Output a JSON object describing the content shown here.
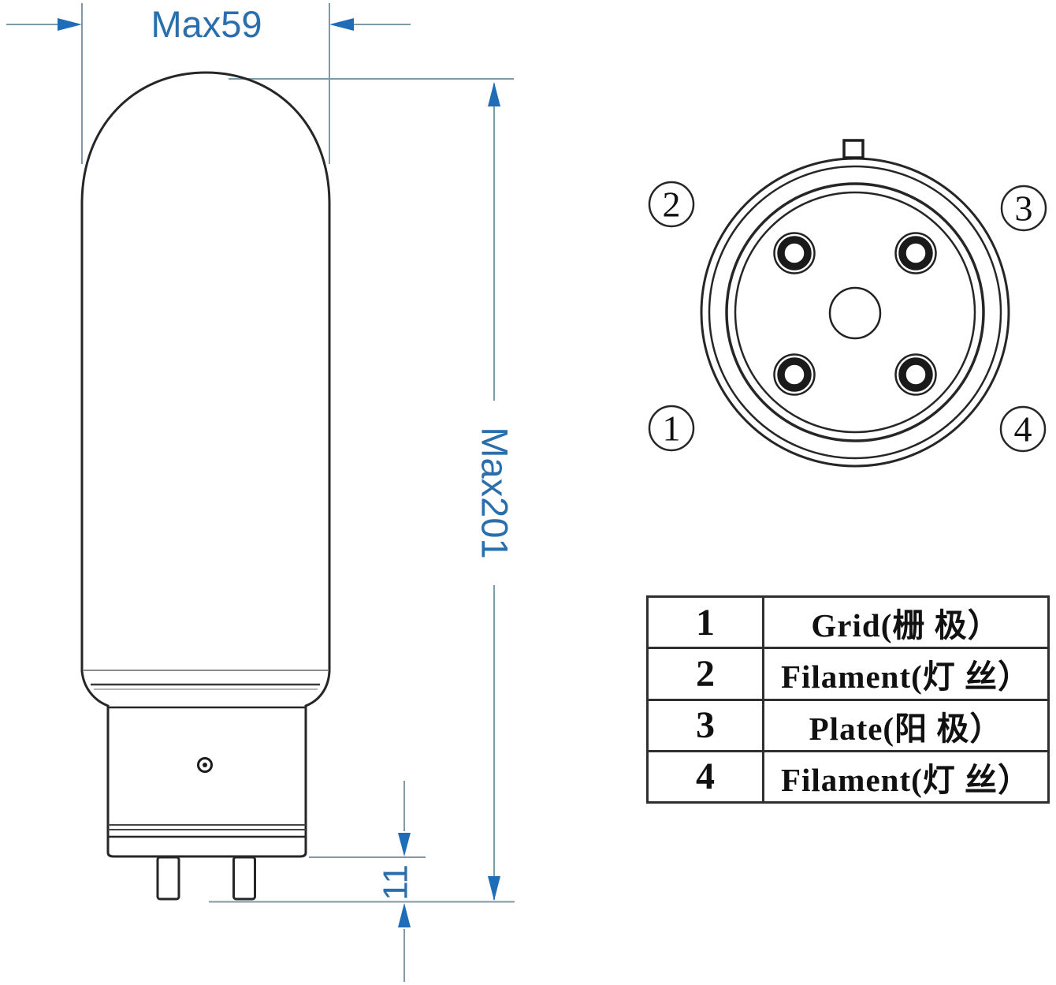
{
  "diagram_title": "vacuum tube outline drawing and pinout",
  "colors": {
    "dimension_text_blue": "#2a6fad",
    "arrowhead_blue": "#1f6db8",
    "dimension_line_gray_blue": "#7e99a7",
    "outline_dark": "#262626",
    "table_border": "#2f2f2f",
    "text_black": "#111111",
    "background": "#ffffff"
  },
  "side_view": {
    "width_dimension": "Max59",
    "height_dimension": "Max201",
    "pin_length_dimension": "11"
  },
  "socket_view": {
    "label_top_left": "2",
    "label_top_right": "3",
    "label_bottom_left": "1",
    "label_bottom_right": "4"
  },
  "pinout_table": {
    "rows": [
      {
        "pin": "1",
        "function": "Grid(栅 极）"
      },
      {
        "pin": "2",
        "function": "Filament(灯 丝）"
      },
      {
        "pin": "3",
        "function": "Plate(阳 极）"
      },
      {
        "pin": "4",
        "function": "Filament(灯 丝）"
      }
    ]
  }
}
